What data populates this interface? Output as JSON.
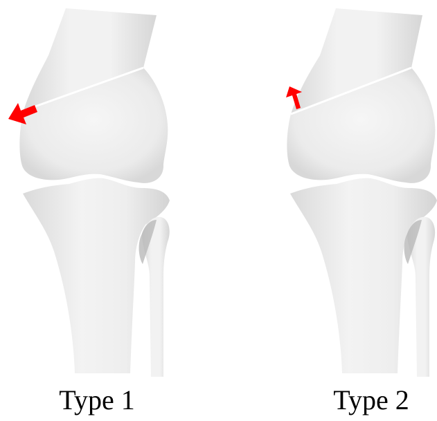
{
  "panels": [
    {
      "caption": "Type 1",
      "arrow_direction": "medial"
    },
    {
      "caption": "Type 2",
      "arrow_direction": "proximal"
    }
  ],
  "colors": {
    "bone_fill": "#ececec",
    "bone_shade": "#d6d6d6",
    "overlap_shade": "#b9b9b9",
    "fracture_line": "#ffffff",
    "arrow": "#ff0000",
    "caption_text": "#000000"
  }
}
